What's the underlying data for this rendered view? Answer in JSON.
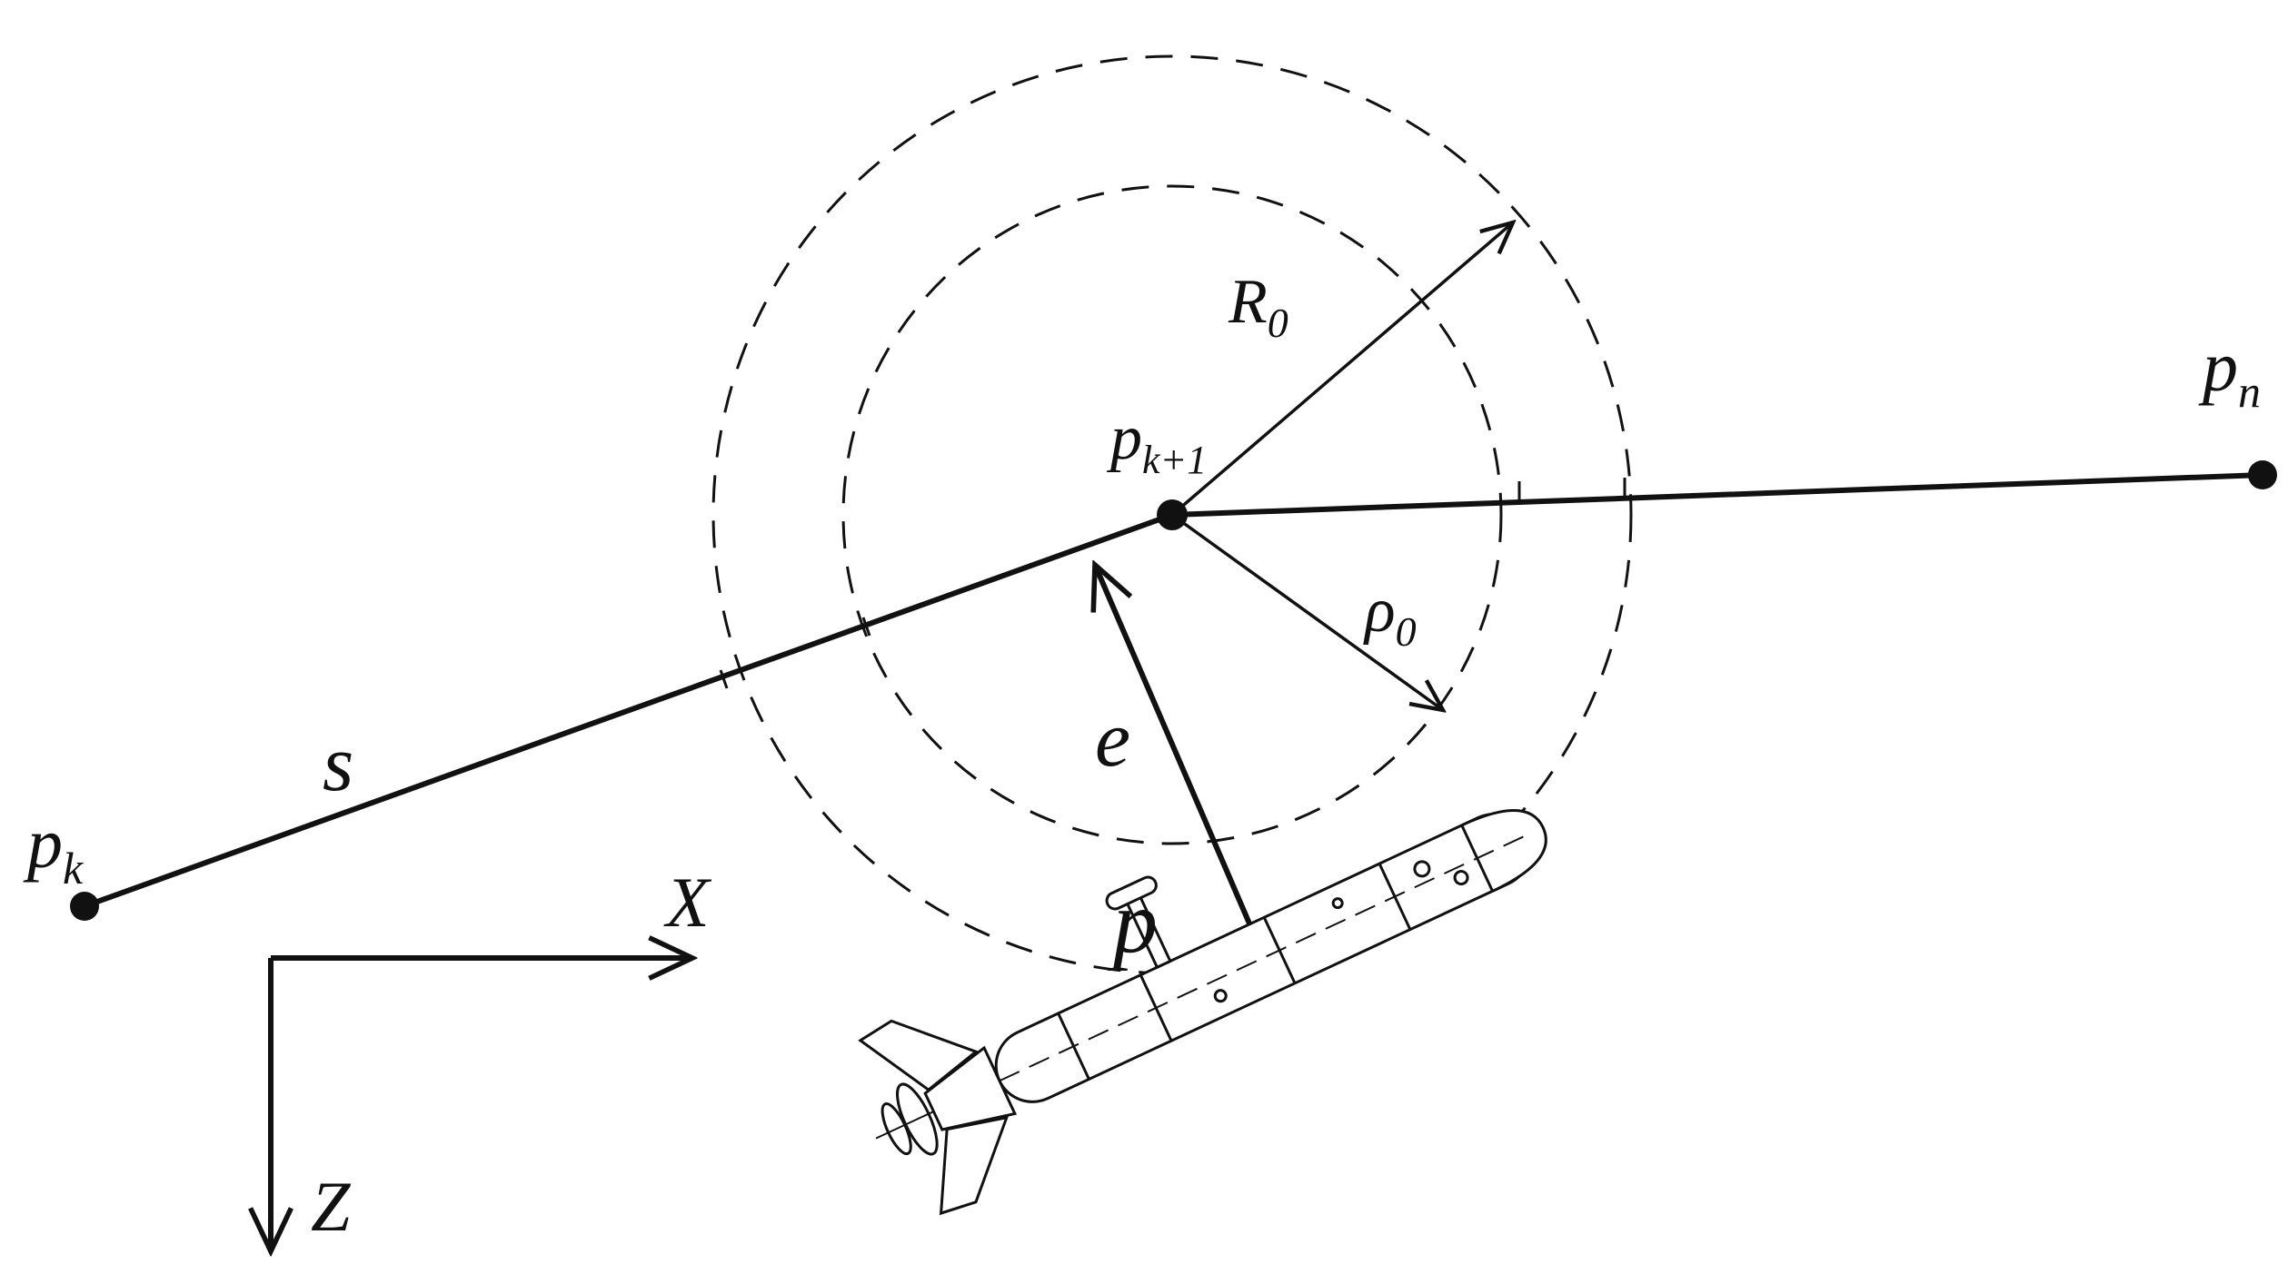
{
  "labels": {
    "pk": {
      "base": "p",
      "sub": "k"
    },
    "pk1": {
      "base": "p",
      "sub_var": "k",
      "sub_rest": "+1"
    },
    "pn": {
      "base": "p",
      "sub": "n"
    },
    "R0": {
      "base": "R",
      "sub": "0"
    },
    "rho0": {
      "base": "ρ",
      "sub": "0"
    },
    "s": "s",
    "e": "e",
    "p": "p",
    "X": "X",
    "Z": "Z"
  },
  "colors": {
    "ink": "#111111",
    "background": "#ffffff"
  },
  "icons": {
    "vehicle": "auv-underwater-vehicle-icon"
  }
}
